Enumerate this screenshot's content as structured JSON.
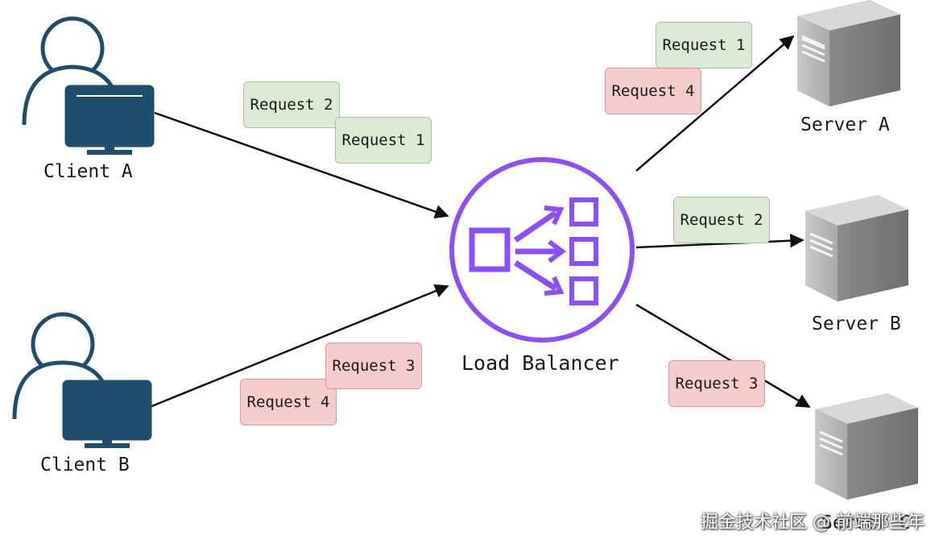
{
  "nodes": {
    "client_a": "Client A",
    "client_b": "Client B",
    "load_balancer": "Load Balancer",
    "server_a": "Server A",
    "server_b": "Server B",
    "server_c": "Server C"
  },
  "requests": {
    "client_a_r2": "Request 2",
    "client_a_r1": "Request 1",
    "client_b_r3": "Request 3",
    "client_b_r4": "Request 4",
    "server_a_r1": "Request 1",
    "server_a_r4": "Request 4",
    "server_b_r2": "Request 2",
    "server_c_r3": "Request 3"
  },
  "colors": {
    "client_icon": "#1e4d6e",
    "load_balancer": "#8c4fff",
    "request_green": "#dce9d4",
    "request_red": "#f4cccc"
  },
  "watermark": "掘金技术社区 @ 前端那些年"
}
